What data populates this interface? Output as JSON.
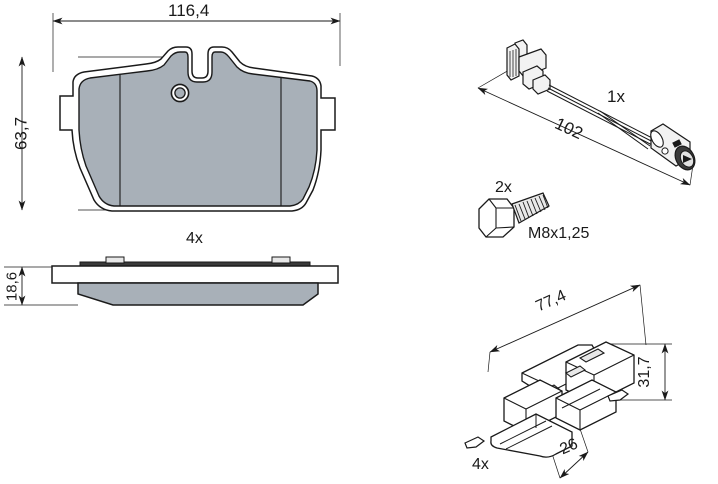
{
  "drawing": {
    "title": "Brake pad set technical drawing",
    "background_color": "#ffffff",
    "line_color": "#1a1a1a",
    "friction_fill": "#a8b0b8",
    "backing_fill": "#ffffff",
    "metal_fill": "#f2f2f2"
  },
  "views": {
    "pad_front": {
      "name": "Brake pad front view",
      "quantity": "4x",
      "dimensions": {
        "width": "116,4",
        "height": "63,7"
      }
    },
    "pad_side": {
      "name": "Brake pad side view",
      "dimensions": {
        "thickness": "18,6"
      }
    },
    "wear_sensor": {
      "name": "Brake pad wear sensor",
      "quantity": "1x",
      "dimensions": {
        "cable_length": "102"
      }
    },
    "bolt": {
      "name": "Hex head bolt",
      "quantity": "2x",
      "thread": "M8x1,25"
    },
    "spring_clip": {
      "name": "Brake pad retaining clip",
      "quantity": "4x",
      "dimensions": {
        "length": "77,4",
        "height": "31,7",
        "width": "26"
      }
    }
  },
  "labels": {
    "pad_width": "116,4",
    "pad_height": "63,7",
    "pad_qty": "4x",
    "pad_thickness": "18,6",
    "sensor_qty": "1x",
    "sensor_length": "102",
    "bolt_qty": "2x",
    "bolt_thread": "M8x1,25",
    "clip_length": "77,4",
    "clip_height": "31,7",
    "clip_width": "26",
    "clip_qty": "4x"
  }
}
